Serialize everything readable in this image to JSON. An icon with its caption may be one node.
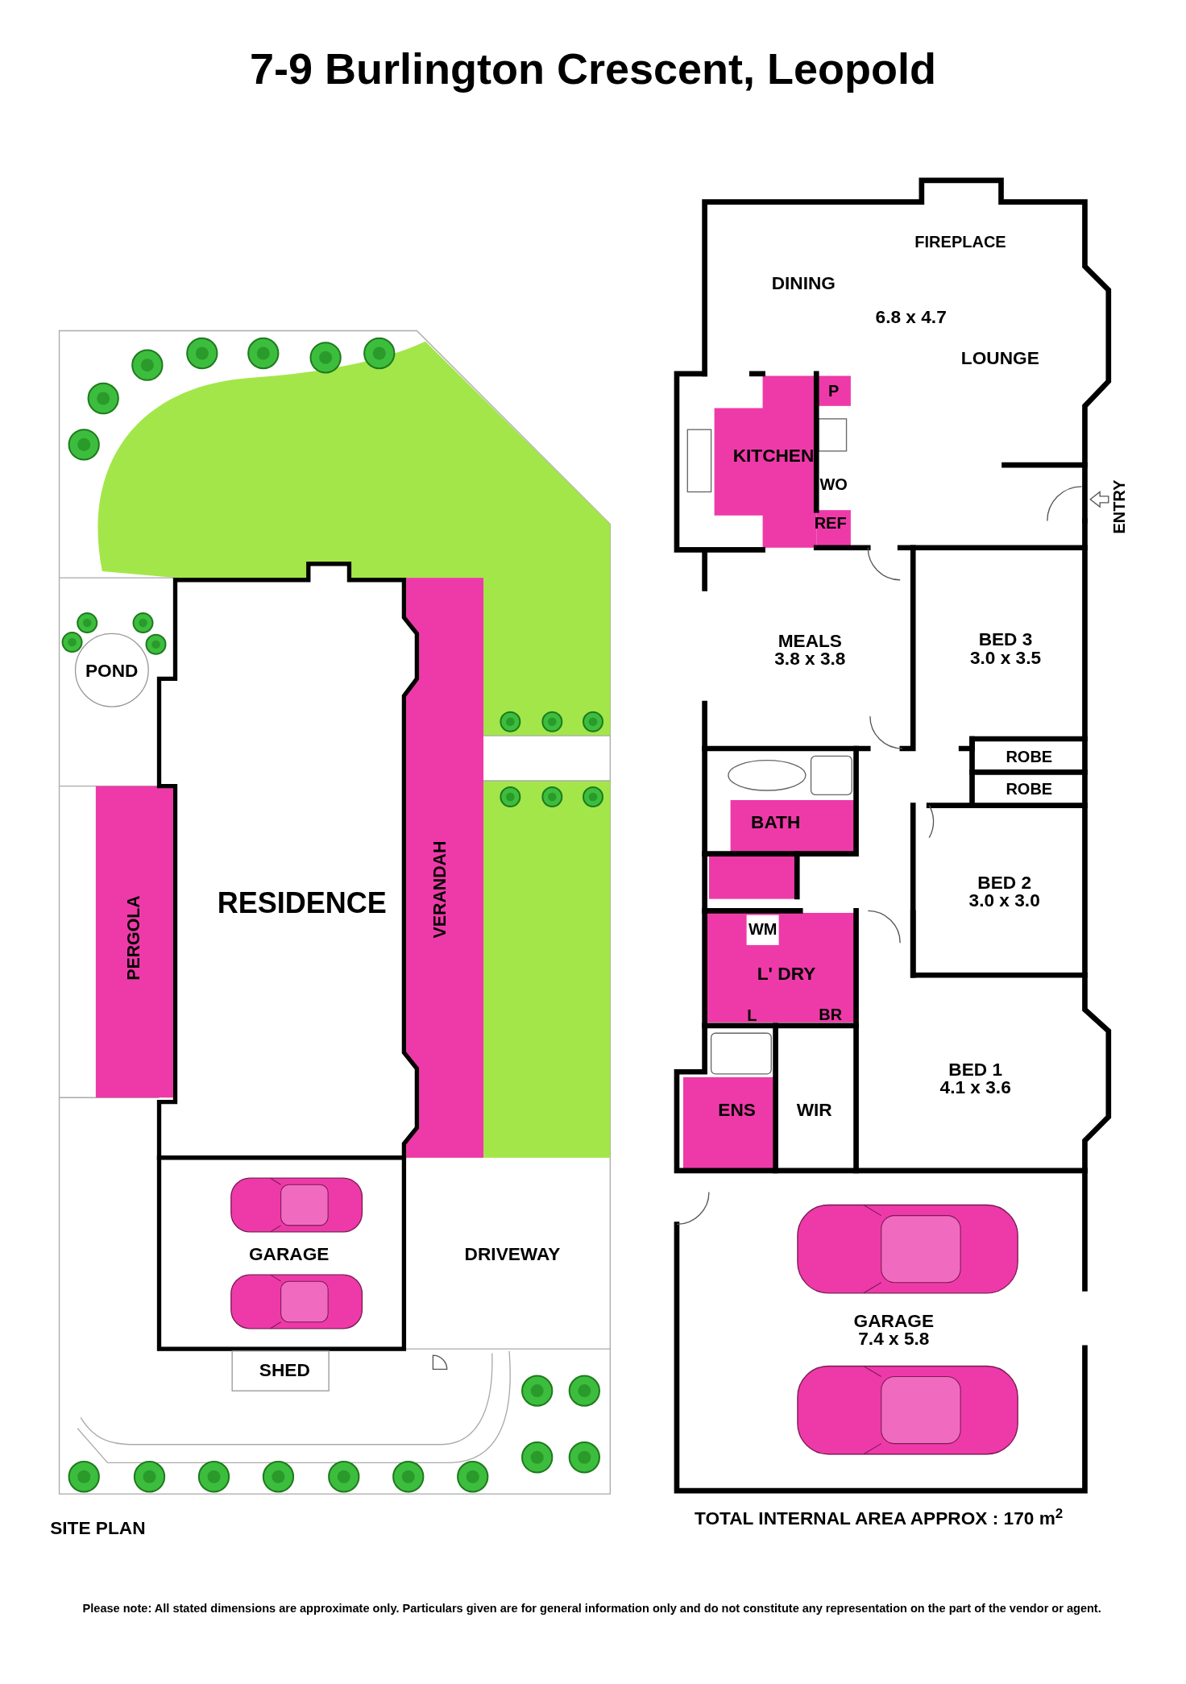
{
  "diagram": {
    "title": "7-9 Burlington Crescent, Leopold",
    "labels": [
      "FIREPLACE",
      "DINING",
      "6.8 x 4.7",
      "LOUNGE",
      "P",
      "KITCHEN",
      "WO",
      "ENTRY",
      "REF",
      "MEALS",
      "3.8 x 3.8",
      "BED 3",
      "3.0 x 3.5",
      "POND",
      "ROBE",
      "ROBE",
      "BATH",
      "BED 2",
      "3.0 x 3.0",
      "RESIDENCE",
      "VERANDAH",
      "PERGOLA",
      "WM",
      "L' DRY",
      "L",
      "BR",
      "BED 1",
      "4.1 x 3.6",
      "ENS",
      "WIR",
      "GARAGE",
      "DRIVEWAY",
      "GARAGE",
      "7.4 x 5.8",
      "SHED",
      "SITE PLAN",
      "TOTAL INTERNAL AREA APPROX : 170 m$^{2}$",
      "Please note: All stated dimensions are approximate only. Particulars given are for general information only and do not constitute any representation on the part of the vendor or agent."
    ]
  }
}
